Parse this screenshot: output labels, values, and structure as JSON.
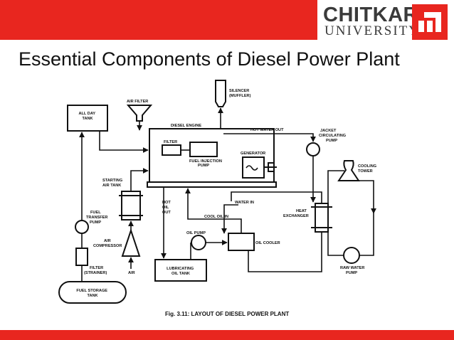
{
  "slide": {
    "title": "Essential Components of Diesel Power Plant",
    "accent_color": "#e8261f"
  },
  "logo": {
    "name": "CHITKARA",
    "sub": "UNIVERSITY",
    "icon": "chitkara-logo-icon"
  },
  "diagram": {
    "caption": "Fig. 3.11: LAYOUT OF DIESEL POWER PLANT",
    "labels": {
      "all_day_tank": [
        "ALL DAY",
        "TANK"
      ],
      "air_filter": "AIR FILTER",
      "silencer": [
        "SILENCER",
        "(MUFFLER)"
      ],
      "diesel_engine": "DIESEL ENGINE",
      "hot_water_out": "HOT WATER OUT",
      "jacket_pump": [
        "JACKET",
        "CIRCULATING",
        "PUMP"
      ],
      "filter": "FILTER",
      "fuel_injection_pump": [
        "FUEL INJECTION",
        "PUMP"
      ],
      "generator": "GENERATOR",
      "cooling_tower": [
        "COOLING",
        "TOWER"
      ],
      "starting_air_tank": [
        "STARTING",
        "AIR TANK"
      ],
      "hot_oil_out": [
        "HOT",
        "OIL",
        "OUT"
      ],
      "water_in": "WATER IN",
      "cool_oil_in": "COOL OIL IN",
      "heat_exchanger": [
        "HEAT",
        "EXCHANGER"
      ],
      "fuel_transfer_pump": [
        "FUEL",
        "TRANSFER",
        "PUMP"
      ],
      "air_compressor": [
        "AIR",
        "COMPRESSOR"
      ],
      "oil_pump": "OIL PUMP",
      "oil_cooler": "OIL COOLER",
      "filter_strainer": [
        "FILTER",
        "(STRAINER)"
      ],
      "air": "AIR",
      "lubricating_oil_tank": [
        "LUBRICATING",
        "OIL TANK"
      ],
      "raw_water_pump": [
        "RAW WATER",
        "PUMP"
      ],
      "fuel_storage_tank": [
        "FUEL STORAGE",
        "TANK"
      ]
    }
  }
}
